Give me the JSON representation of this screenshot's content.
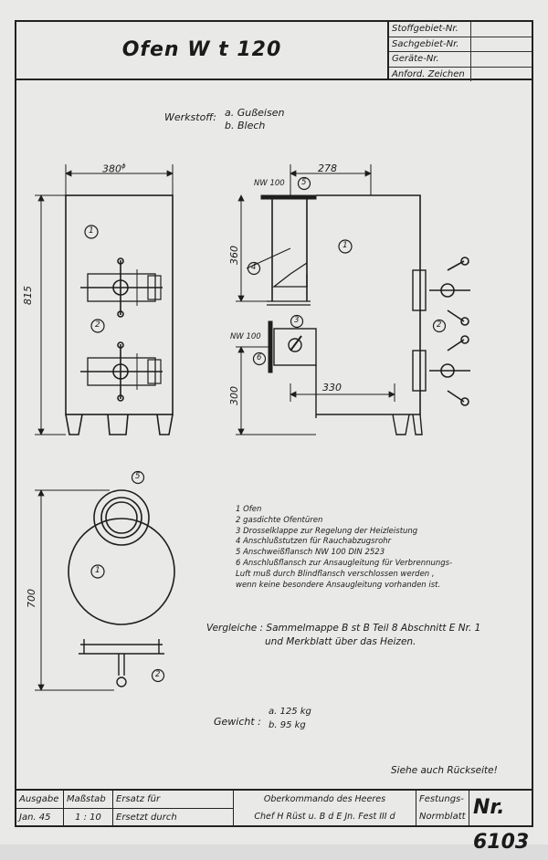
{
  "header": {
    "title": "Ofen   W t 120",
    "fields": [
      "Stoffgebiet-Nr.",
      "Sachgebiet-Nr.",
      "Geräte-Nr.",
      "Anford. Zeichen"
    ]
  },
  "material": {
    "label": "Werkstoff:",
    "a": "a. Gußeisen",
    "b": "b. Blech"
  },
  "dimensions": {
    "width": "380",
    "diameter_sign": "ϕ",
    "height": "815",
    "depth": "278",
    "pipe_upper": "360",
    "pipe_lower": "300",
    "lower_offset": "330",
    "plan": "700"
  },
  "flanges": {
    "upper": "NW 100",
    "lower": "NW 100"
  },
  "callouts": [
    "1",
    "2",
    "3",
    "4",
    "5",
    "6"
  ],
  "legend": [
    "1   Ofen",
    "2   gasdichte Ofentüren",
    "3   Drosselklappe zur Regelung der Heizleistung",
    "4   Anschlußstutzen für Rauchabzugsrohr",
    "5   Anschweißflansch NW 100  DIN 2523",
    "6   Anschlußflansch zur Ansaugleitung für Verbrennungs-",
    "     Luft muß durch Blindflansch verschlossen werden ,",
    "     wenn keine besondere Ansaugleitung vorhanden ist."
  ],
  "compare": {
    "line1": "Vergleiche : Sammelmappe B st B  Teil 8  Abschnitt E  Nr. 1",
    "line2": "und Merkblatt über das Heizen."
  },
  "weight": {
    "label": "Gewicht :",
    "a": "a. 125  kg",
    "b": "b.  95  kg"
  },
  "note": "Siehe auch Rückseite!",
  "footer": {
    "ausgabe_label": "Ausgabe",
    "ausgabe_value": "Jan. 45",
    "massstab_label": "Maßstab",
    "massstab_value": "1 : 10",
    "ersatz_fuer": "Ersatz für",
    "ersetzt_durch": "Ersetzt durch",
    "authority_1": "Oberkommando des Heeres",
    "authority_2": "Chef H Rüst u. B d E   Jn. Fest  III d",
    "normblatt_1": "Festungs-",
    "normblatt_2": "Normblatt",
    "number": "Nr. 6103"
  }
}
